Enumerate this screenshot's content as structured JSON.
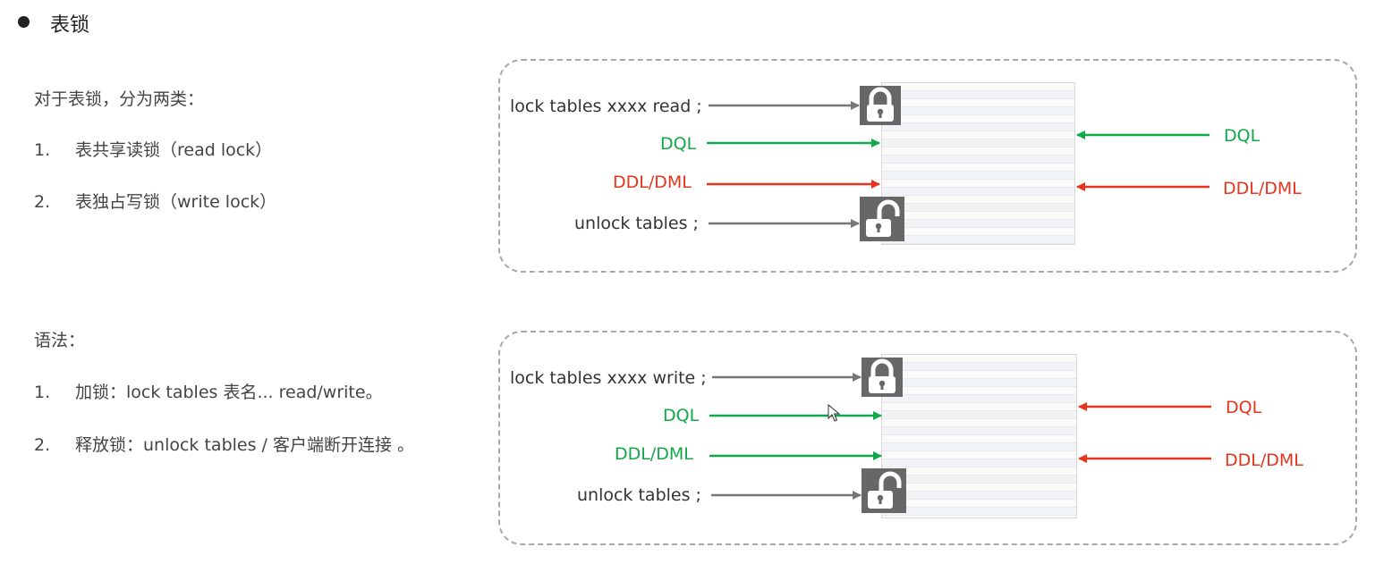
{
  "header": {
    "title": "表锁"
  },
  "left_text": {
    "intro": "对于表锁，分为两类：",
    "types": [
      {
        "num": "1.",
        "text": "表共享读锁（read lock）"
      },
      {
        "num": "2.",
        "text": "表独占写锁（write lock）"
      }
    ],
    "syntax_title": "语法：",
    "syntax": [
      {
        "num": "1.",
        "text": "加锁：lock tables  表名...  read/write。"
      },
      {
        "num": "2.",
        "text": "释放锁：unlock  tables / 客户端断开连接 。"
      }
    ]
  },
  "read_panel": {
    "lock_stmt": "lock tables xxxx read ;",
    "left_dql": "DQL",
    "left_ddl": "DDL/DML",
    "unlock_stmt": "unlock tables ;",
    "right_dql": "DQL",
    "right_ddl": "DDL/DML",
    "colors": {
      "left_dql": "#11a84a",
      "left_ddl": "#e8341c",
      "right_dql": "#11a84a",
      "right_ddl": "#e8341c"
    }
  },
  "write_panel": {
    "lock_stmt": "lock tables xxxx write ;",
    "left_dql": "DQL",
    "left_ddl": "DDL/DML",
    "unlock_stmt": "unlock tables ;",
    "right_dql": "DQL",
    "right_ddl": "DDL/DML",
    "colors": {
      "left_dql": "#11a84a",
      "left_ddl": "#11a84a",
      "right_dql": "#e8341c",
      "right_ddl": "#e8341c"
    }
  },
  "icons": [
    "lock-closed-icon",
    "lock-open-icon",
    "cursor-icon"
  ]
}
